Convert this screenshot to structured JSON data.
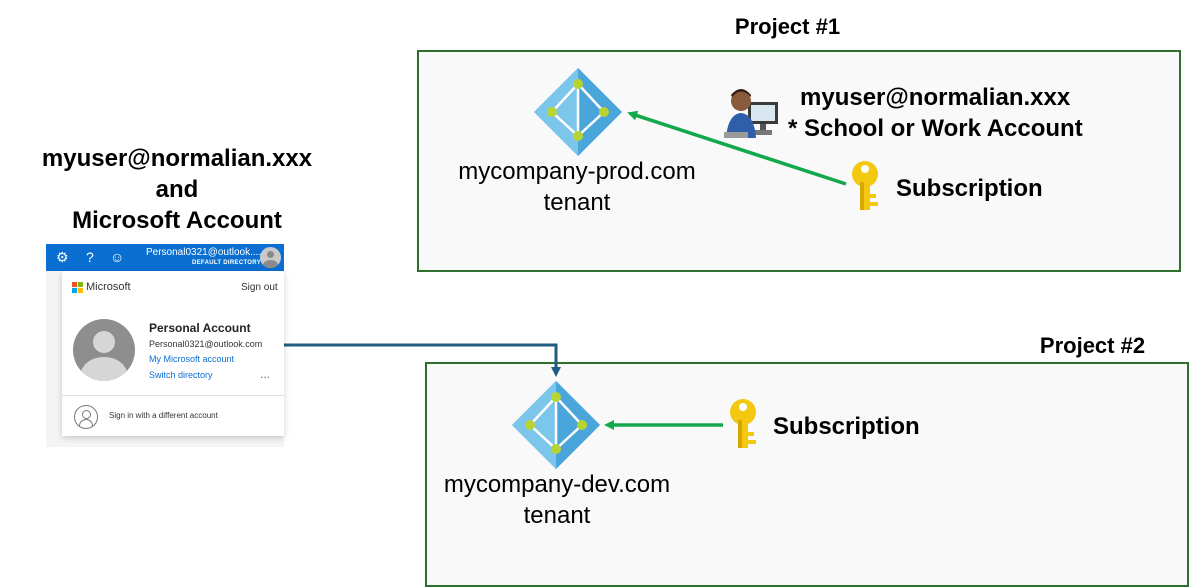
{
  "project1": {
    "title": "Project #1",
    "tenant_line1": "mycompany-prod.com",
    "tenant_line2": "tenant",
    "user_line1": "myuser@normalian.xxx",
    "user_line2": "* School or Work Account",
    "subscription": "Subscription",
    "icons": [
      "entra-id-icon",
      "user-computer-icon",
      "key-icon"
    ]
  },
  "project2": {
    "title": "Project #2",
    "tenant_line1": "mycompany-dev.com",
    "tenant_line2": "tenant",
    "subscription": "Subscription",
    "icons": [
      "entra-id-icon",
      "key-icon"
    ]
  },
  "left_label": {
    "line1": "myuser@normalian.xxx",
    "line2": "and",
    "line3": "Microsoft Account"
  },
  "ms_panel": {
    "topbar_email": "Personal0321@outlook....",
    "topbar_directory": "DEFAULT DIRECTORY",
    "topbar_icons": [
      "gear-icon",
      "help-icon",
      "feedback-smiley-icon",
      "avatar"
    ],
    "brand": "Microsoft",
    "sign_out": "Sign out",
    "account_name": "Personal Account",
    "account_email": "Personal0321@outlook.com",
    "my_account_link": "My Microsoft account",
    "switch_directory_link": "Switch directory",
    "more": "...",
    "sign_in_other": "Sign in with a different account"
  },
  "colors": {
    "box_border": "#2e6e2e",
    "green_arrow": "#12a84c",
    "blue_connector": "#1f5c82",
    "entra_blue": "#5bb4e3",
    "entra_dark": "#2a86c8",
    "entra_node": "#b8d432",
    "key_yellow": "#f2c811",
    "ms_blue": "#0a6fd1"
  }
}
